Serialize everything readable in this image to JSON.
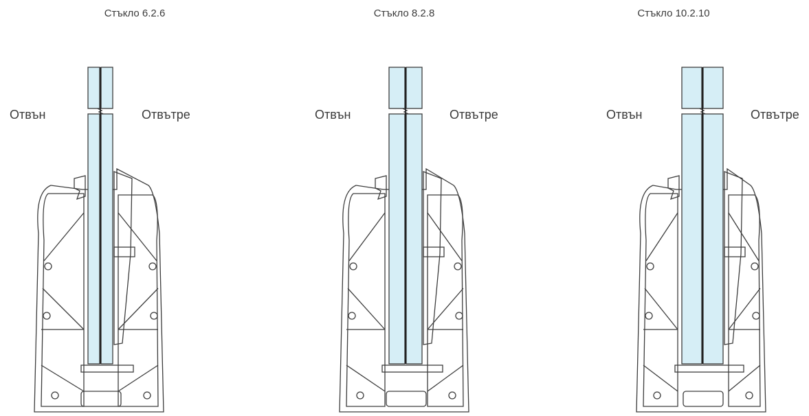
{
  "panels": [
    {
      "title": "Стъкло 6.2.6",
      "outside_label": "Отвън",
      "inside_label": "Отвътре",
      "glass_unit_width": 36
    },
    {
      "title": "Стъкло 8.2.8",
      "outside_label": "Отвън",
      "inside_label": "Отвътре",
      "glass_unit_width": 48
    },
    {
      "title": "Стъкло 10.2.10",
      "outside_label": "Отвън",
      "inside_label": "Отвътре",
      "glass_unit_width": 60
    }
  ],
  "colors": {
    "glass": "#d6eef6",
    "line": "#3c3c3c"
  }
}
